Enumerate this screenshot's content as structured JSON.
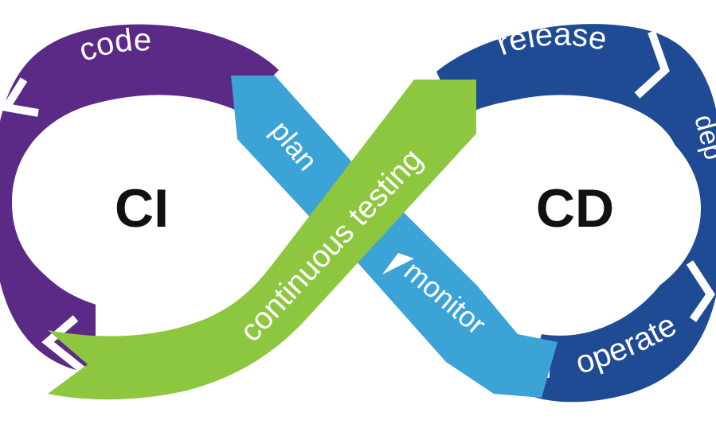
{
  "hubs": {
    "left": "CI",
    "right": "CD"
  },
  "segments": {
    "code": "code",
    "plan": "plan",
    "continuous_testing": "continuous testing",
    "release": "release",
    "deploy_partial": "dep",
    "monitor": "monitor",
    "operate": "operate"
  },
  "colors": {
    "ci_purple": "#5b2a86",
    "cd_navy": "#1f4a94",
    "plan_blue": "#3ba3d6",
    "testing_green": "#8dc63f",
    "hub_text": "#111111"
  }
}
